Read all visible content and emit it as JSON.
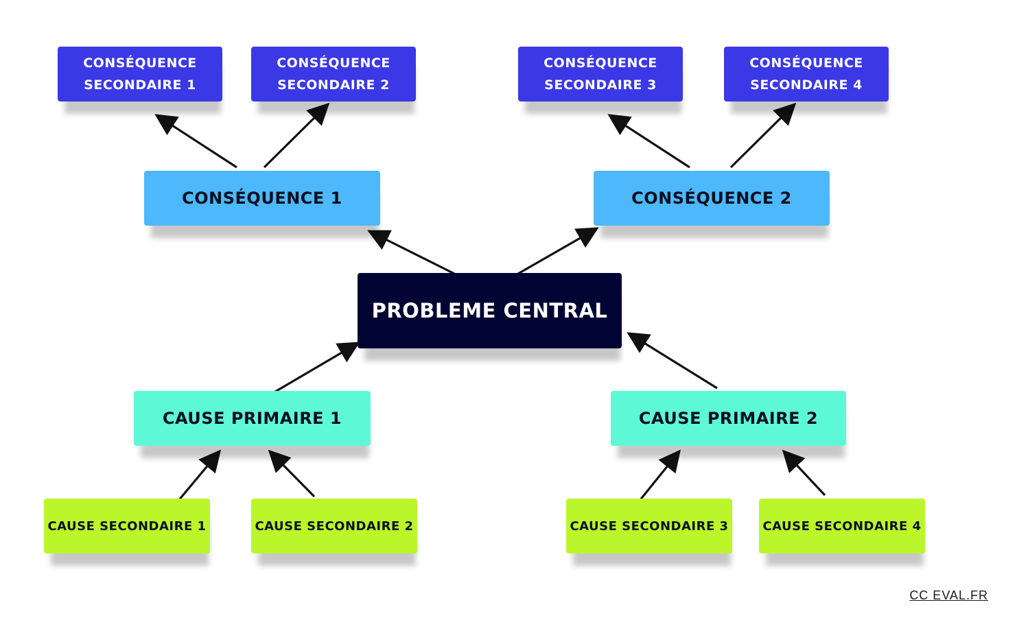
{
  "colors": {
    "secondary_consequence": "#3b38e6",
    "primary_consequence": "#4db8fb",
    "central": "#020433",
    "primary_cause": "#5df9d6",
    "secondary_cause": "#bbf62a",
    "arrow": "#111111"
  },
  "central": {
    "label": "PROBLEME CENTRAL"
  },
  "consequences": [
    {
      "label": "CONSÉQUENCE 1"
    },
    {
      "label": "CONSÉQUENCE 2"
    }
  ],
  "secondary_consequences": [
    {
      "line1": "CONSÉQUENCE",
      "line2": "SECONDAIRE 1"
    },
    {
      "line1": "CONSÉQUENCE",
      "line2": "SECONDAIRE 2"
    },
    {
      "line1": "CONSÉQUENCE",
      "line2": "SECONDAIRE 3"
    },
    {
      "line1": "CONSÉQUENCE",
      "line2": "SECONDAIRE 4"
    }
  ],
  "causes": [
    {
      "label": "CAUSE PRIMAIRE 1"
    },
    {
      "label": "CAUSE PRIMAIRE 2"
    }
  ],
  "secondary_causes": [
    {
      "label": "CAUSE SECONDAIRE 1"
    },
    {
      "label": "CAUSE SECONDAIRE 2"
    },
    {
      "label": "CAUSE SECONDAIRE 3"
    },
    {
      "label": "CAUSE SECONDAIRE 4"
    }
  ],
  "credit": "CC EVAL.FR"
}
